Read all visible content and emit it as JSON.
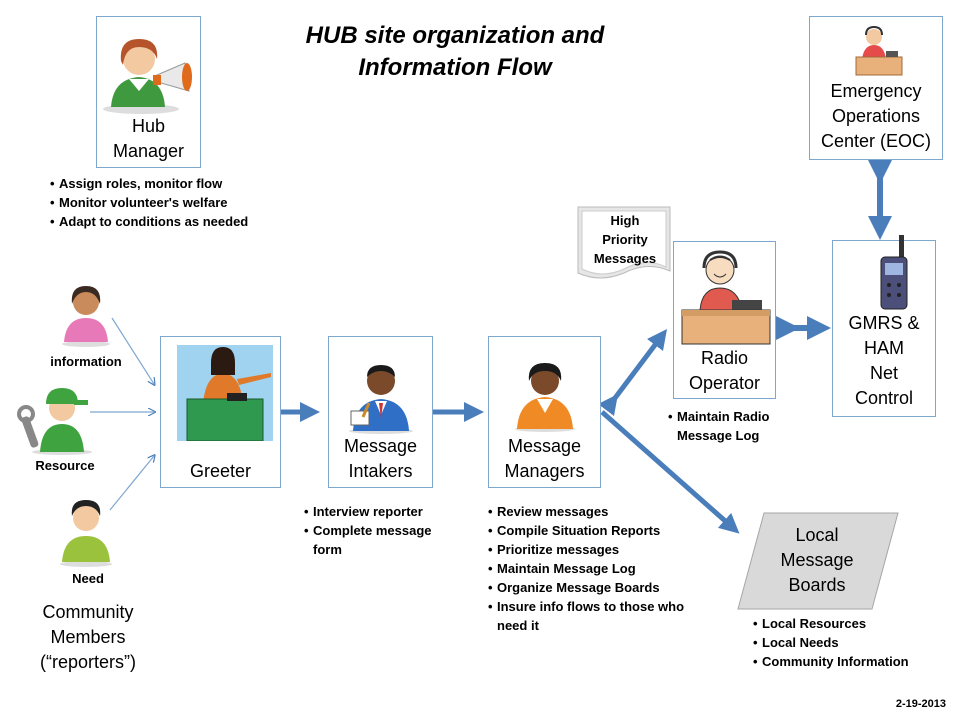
{
  "title": {
    "line1": "HUB site organization and",
    "line2": "Information Flow"
  },
  "hub_manager": {
    "label_line1": "Hub",
    "label_line2": "Manager",
    "bullets": [
      "Assign roles, monitor flow",
      "Monitor volunteer's welfare",
      "Adapt to conditions as needed"
    ]
  },
  "eoc": {
    "label_line1": "Emergency",
    "label_line2": "Operations",
    "label_line3": "Center (EOC)"
  },
  "high_priority": {
    "line1": "High",
    "line2": "Priority",
    "line3": "Messages"
  },
  "radio_operator": {
    "label_line1": "Radio",
    "label_line2": "Operator",
    "bullets": [
      "Maintain Radio Message Log"
    ]
  },
  "gmrs": {
    "label_line1": "GMRS &",
    "label_line2": "HAM",
    "label_line3": "Net",
    "label_line4": "Control"
  },
  "community": {
    "people": [
      "information",
      "Resource",
      "Need"
    ],
    "label_line1": "Community",
    "label_line2": "Members",
    "label_line3": "(“reporters”)"
  },
  "greeter": {
    "label": "Greeter"
  },
  "intakers": {
    "label_line1": "Message",
    "label_line2": "Intakers",
    "bullets": [
      "Interview reporter",
      "Complete message form"
    ]
  },
  "managers": {
    "label_line1": "Message",
    "label_line2": "Managers",
    "bullets": [
      "Review messages",
      "Compile  Situation Reports",
      "Prioritize messages",
      "Maintain Message Log",
      "Organize Message Boards",
      "Insure info flows to those who need it"
    ]
  },
  "local_boards": {
    "label_line1": "Local",
    "label_line2": "Message",
    "label_line3": "Boards",
    "bullets": [
      "Local Resources",
      "Local Needs",
      "Community Information"
    ]
  },
  "date": "2-19-2013",
  "colors": {
    "arrow": "#4a7ebb",
    "box_border": "#7ea7cf",
    "board_fill": "#d9d9d9"
  }
}
